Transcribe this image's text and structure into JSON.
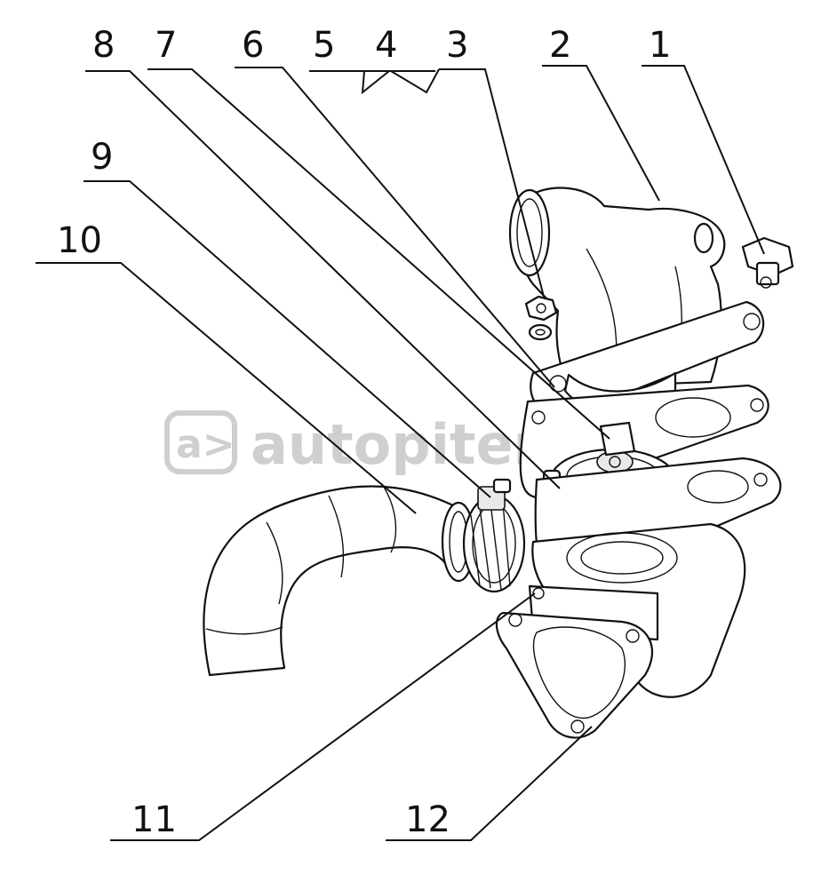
{
  "diagram": {
    "callouts": [
      "1",
      "2",
      "3",
      "4",
      "5",
      "6",
      "7",
      "8",
      "9",
      "10",
      "11",
      "12"
    ],
    "watermark": {
      "logo": "a>",
      "text": "autopiter.ru"
    }
  }
}
